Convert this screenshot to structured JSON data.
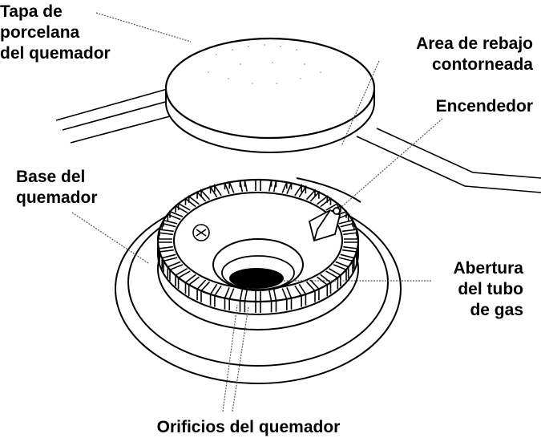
{
  "labels": {
    "cap": [
      "Tapa de",
      "porcelana",
      "del quemador"
    ],
    "recess": [
      "Area de rebajo",
      "contorneada"
    ],
    "igniter": [
      "Encendedor"
    ],
    "base": [
      "Base del",
      "quemador"
    ],
    "gas_opening": [
      "Abertura",
      "del tubo",
      "de gas"
    ],
    "ports": [
      "Orificios del quemador"
    ]
  },
  "colors": {
    "line": "#000000",
    "leader": "#555555",
    "background": "#ffffff"
  }
}
